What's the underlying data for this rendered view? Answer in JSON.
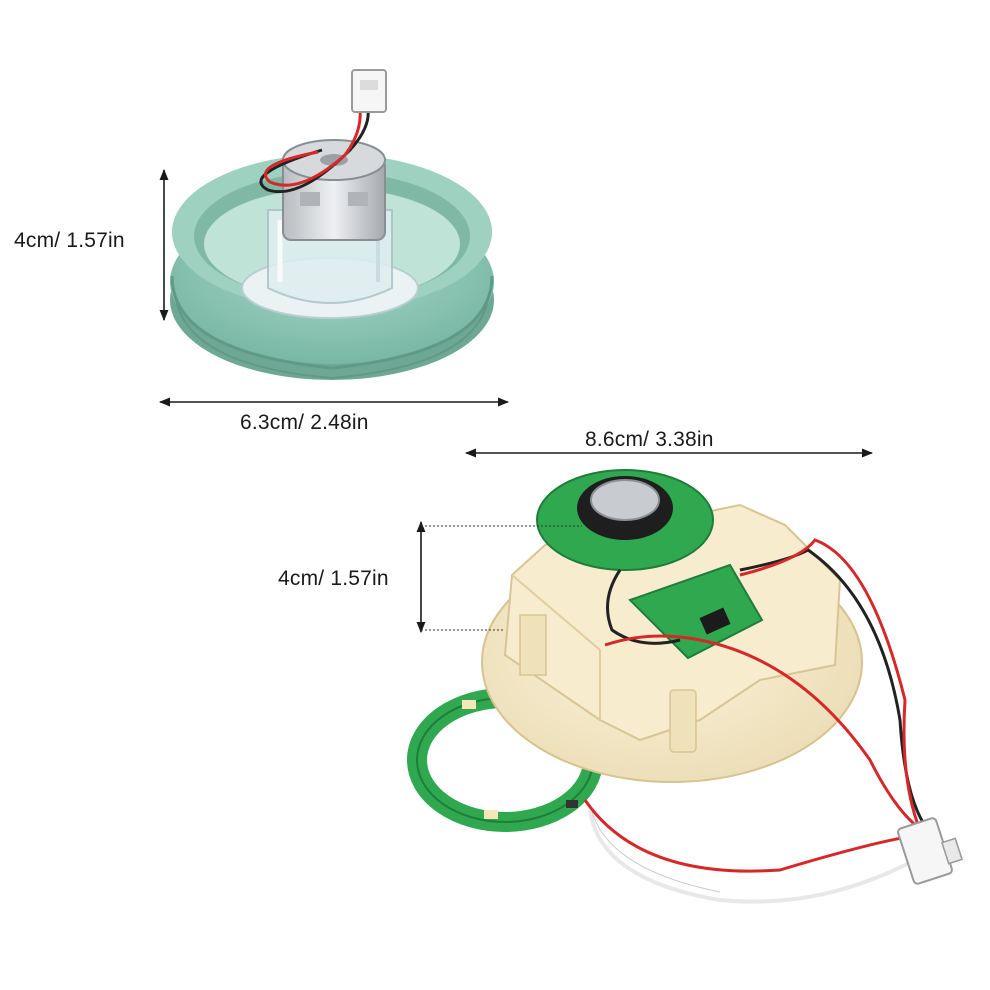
{
  "dimensions": {
    "motor_height": "4cm/ 1.57in",
    "motor_width": "6.3cm/ 2.48in",
    "board_width": "8.6cm/ 3.38in",
    "board_height": "4cm/ 1.57in"
  },
  "colors": {
    "housing_teal": "#8fc9b8",
    "housing_teal_dark": "#6aa896",
    "board_cream": "#f3e6c4",
    "pcb_green": "#2fa84f",
    "wire_red": "#d62828",
    "wire_black": "#222222",
    "wire_white": "#f2f2f2",
    "dimension_line": "#1a1a1a"
  }
}
